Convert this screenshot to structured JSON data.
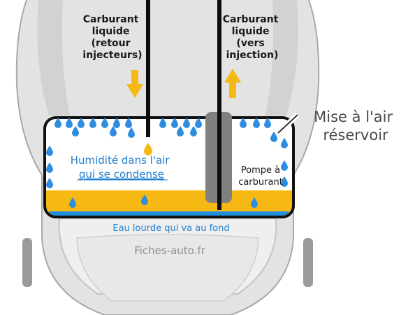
{
  "colors": {
    "car_body": "#e3e3e3",
    "car_outline": "#a8a8a8",
    "fuel": "#f6b913",
    "water": "#1f8fdc",
    "droplet": "#2f8de0",
    "pump": "#808080",
    "pipe": "#0d0d0d",
    "arrow": "#f6b913",
    "text_blue": "#1f7fd0"
  },
  "labels": {
    "return_fuel": [
      "Carburant",
      "liquide",
      "(retour",
      "injecteurs)"
    ],
    "to_injection": [
      "Carburant",
      "liquide",
      "(vers",
      "injection)"
    ],
    "tank_vent": [
      "Mise à l'air",
      "réservoir"
    ],
    "condensation": [
      "Humidité dans l'air",
      "qui se condense"
    ],
    "fuel_pump": [
      "Pompe à",
      "carburant"
    ],
    "heavy_water": "Eau lourde qui va au fond",
    "watermark": "Fiches-auto.fr"
  },
  "icons": {
    "return_arrow": "arrow-down-icon",
    "injection_arrow": "arrow-up-icon",
    "droplets": "water-drop-icon"
  }
}
